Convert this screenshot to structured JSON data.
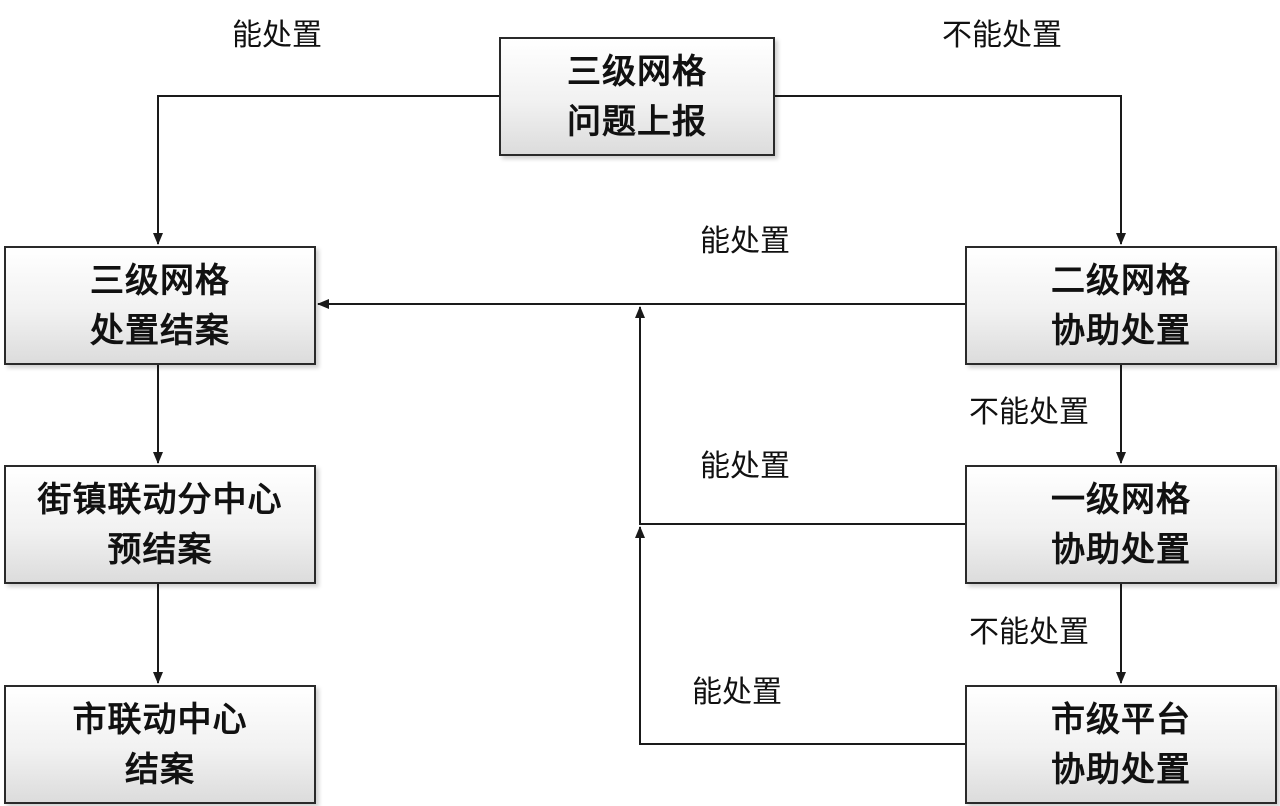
{
  "nodes": {
    "report": {
      "line1": "三级网格",
      "line2": "问题上报"
    },
    "grid3_close": {
      "line1": "三级网格",
      "line2": "处置结案"
    },
    "grid2_assist": {
      "line1": "二级网格",
      "line2": "协助处置"
    },
    "street_center": {
      "line1": "街镇联动分中心",
      "line2": "预结案"
    },
    "grid1_assist": {
      "line1": "一级网格",
      "line2": "协助处置"
    },
    "city_center": {
      "line1": "市联动中心",
      "line2": "结案"
    },
    "city_platform": {
      "line1": "市级平台",
      "line2": "协助处置"
    }
  },
  "edge_labels": {
    "top_left": "能处置",
    "top_right": "不能处置",
    "grid2_can": "能处置",
    "grid2_cannot": "不能处置",
    "grid1_can": "能处置",
    "grid1_cannot": "不能处置",
    "platform_can": "能处置"
  },
  "colors": {
    "line": "#1a1a1a",
    "border": "#2a2a2a"
  }
}
